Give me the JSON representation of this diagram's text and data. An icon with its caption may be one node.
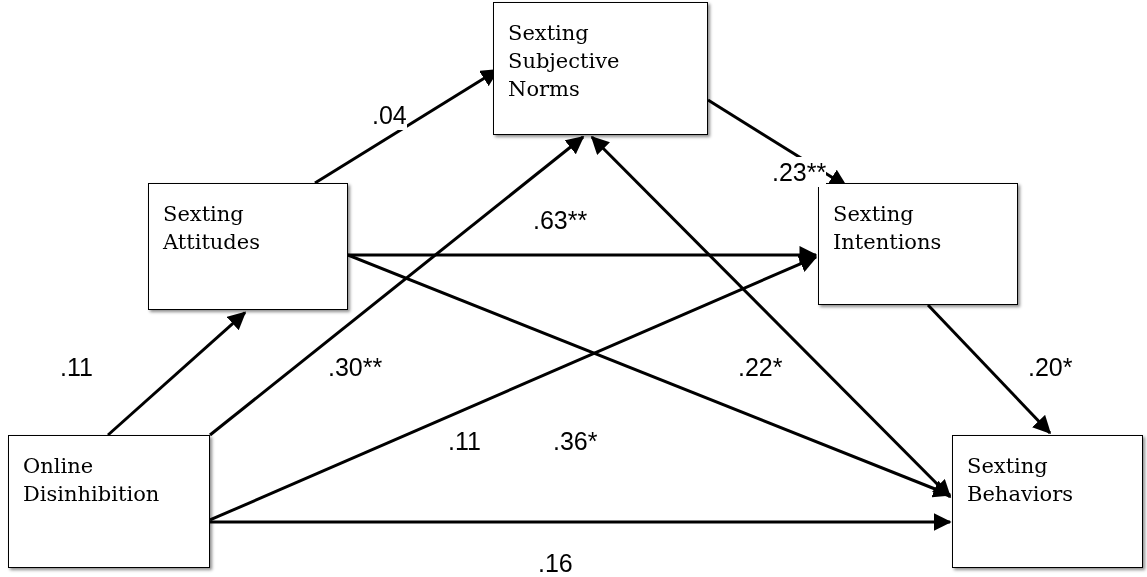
{
  "diagram": {
    "nodes": [
      {
        "text": [
          "Sexting Subjective Norms"
        ]
      },
      {
        "text": [
          "Sexting Attitudes"
        ]
      },
      {
        "text": [
          "Sexting Intentions"
        ]
      },
      {
        "text": [
          "Online Disinhibition"
        ]
      },
      {
        "text": [
          "Sexting Behaviors"
        ]
      }
    ],
    "edges": [
      {
        "from": 3,
        "to": 1,
        "arrow": "to",
        "label": ".11"
      },
      {
        "from": 1,
        "to": 0,
        "arrow": "to",
        "label": ".04"
      },
      {
        "from": 0,
        "to": 2,
        "arrow": "to",
        "label": ".23**"
      },
      {
        "from": 1,
        "to": 2,
        "arrow": "to",
        "label": ".63**"
      },
      {
        "from": 3,
        "to": 0,
        "arrow": "to",
        "label": ".30**"
      },
      {
        "from": 3,
        "to": 2,
        "arrow": "to",
        "label": ".11"
      },
      {
        "from": 3,
        "to": 4,
        "arrow": "to",
        "label": ".16"
      },
      {
        "from": 1,
        "to": 4,
        "arrow": "to",
        "label": ".36*"
      },
      {
        "from": 0,
        "to": 4,
        "arrow": "both",
        "label": ".22*"
      },
      {
        "from": 2,
        "to": 4,
        "arrow": "to",
        "label": ".20*"
      }
    ]
  }
}
